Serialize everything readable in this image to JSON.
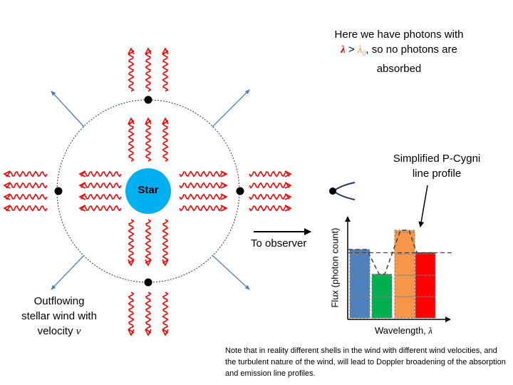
{
  "star_label": "Star",
  "caption": {
    "line1": "Here we have photons with",
    "lambda": "λ",
    "gt": ">",
    "lambda0": "λ",
    "lambda0_sub": "0",
    "line2_rest": ", so no photons are",
    "line3": "absorbed"
  },
  "profile_title": {
    "line1": "Simplified P-Cygni",
    "line2": "line profile"
  },
  "observer_label": "To observer",
  "wind_label": {
    "line1": "Outflowing",
    "line2": "stellar wind with",
    "line3": "velocity",
    "var": "v"
  },
  "axes": {
    "ylabel": "Flux (photon count)",
    "xlabel": "Wavelength,",
    "xsymbol": "λ"
  },
  "note": "Note that in reality different shells in the wind with different wind velocities, and the turbulent nature of the wind, will lead to Doppler broadening of the absorption and emission line profiles.",
  "colors": {
    "star": "#00b0f0",
    "photon": "#ff0000",
    "arrow": "#4f81bd",
    "shell": "#1f3864",
    "bar_blue": "#4f81bd",
    "bar_green": "#00b050",
    "bar_orange": "#f79646",
    "bar_red": "#ff0000"
  },
  "chart_data": {
    "type": "bar",
    "categories": [
      "blue",
      "green",
      "orange",
      "red"
    ],
    "values": [
      3.2,
      2.05,
      4.1,
      3.05
    ],
    "continuum": 3.05,
    "ylabel": "Flux (photon count)",
    "xlabel": "Wavelength, λ"
  },
  "icons": [
    "eye-icon",
    "observer-arrow-icon"
  ]
}
